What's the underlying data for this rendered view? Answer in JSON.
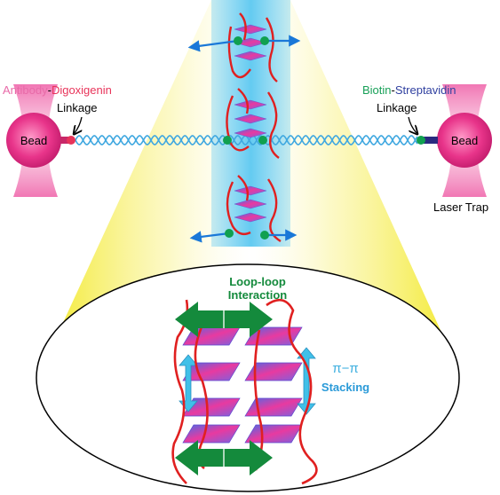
{
  "labels": {
    "bead_left": "Bead",
    "bead_right": "Bead",
    "antibody": "Antibody",
    "dash_left": "-",
    "digoxigenin": "Digoxigenin",
    "linkage_left": "Linkage",
    "biotin": "Biotin",
    "dash_right": "-",
    "streptavidin": "Streptavidin",
    "linkage_right": "Linkage",
    "laser_trap": "Laser Trap",
    "loop_loop_line1": "Loop-loop",
    "loop_loop_line2": "Interaction",
    "pi_pi": "π−π",
    "stacking": "Stacking"
  },
  "colors": {
    "bead": "#e8348a",
    "antibody": "#e86aa8",
    "digoxigenin": "#e8345a",
    "biotin": "#18a058",
    "streptavidin": "#3040a0",
    "dna_strand": "#40a8e0",
    "protein_loop": "#e02020",
    "linker_node": "#10a050",
    "loop_arrow": "#148a3c",
    "stack_arrow": "#40c0e8",
    "highlight_band": "#5cc8f0",
    "cone": "#f2e820"
  }
}
